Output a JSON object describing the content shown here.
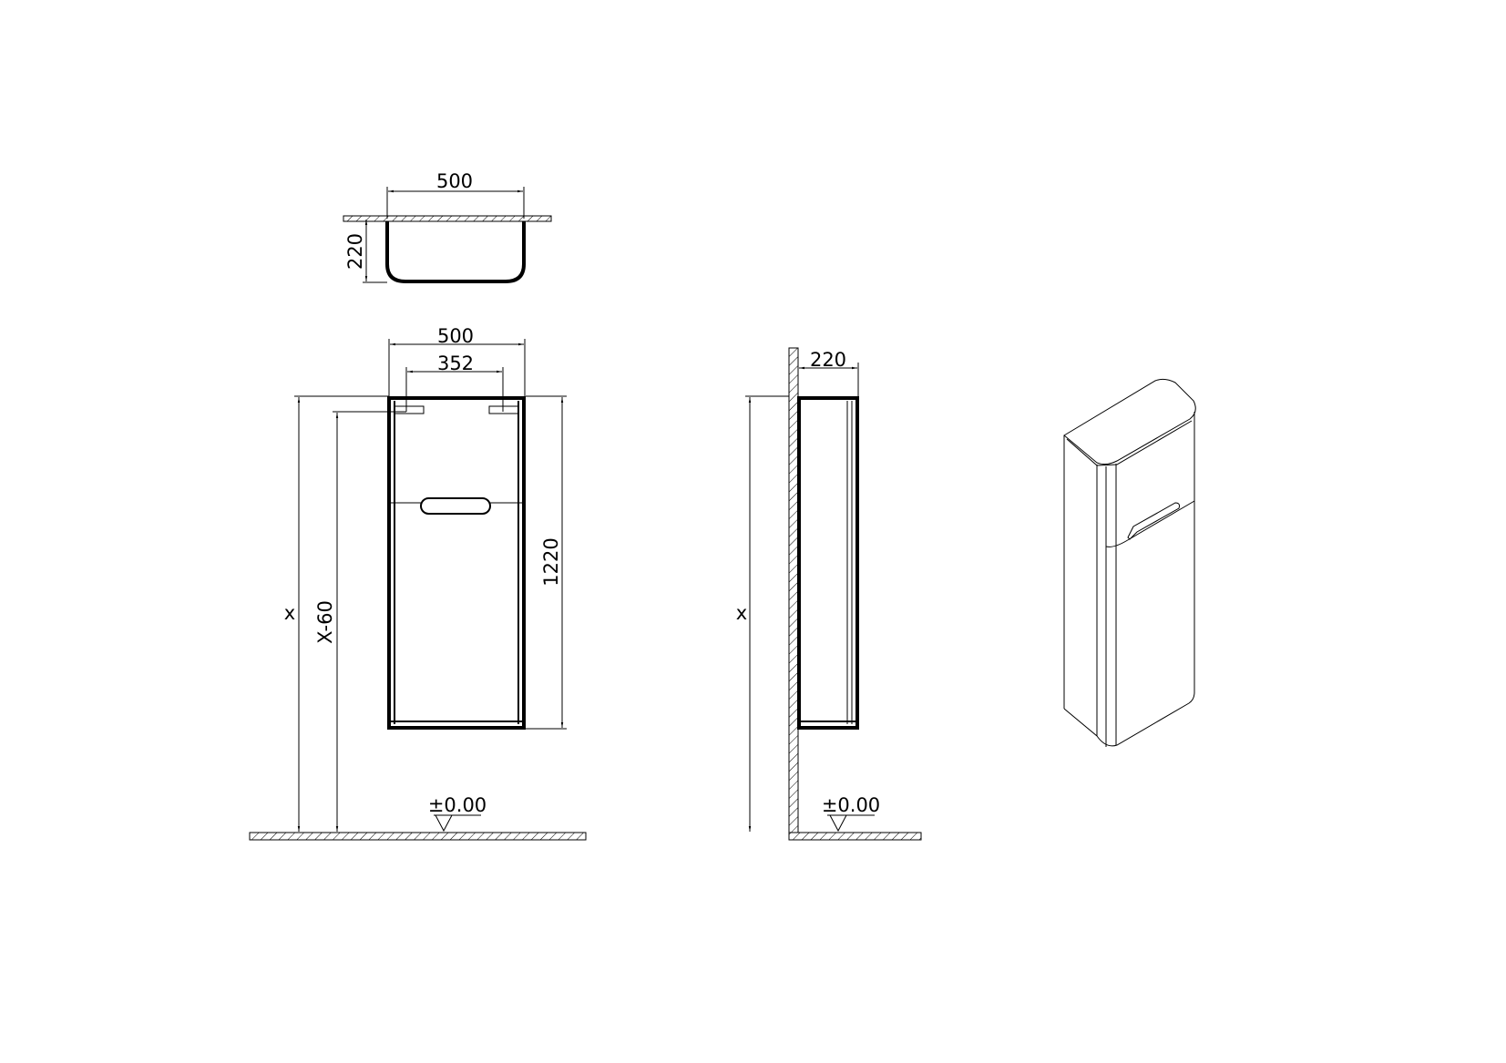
{
  "top_view": {
    "width_label": "500",
    "depth_label": "220"
  },
  "front_view": {
    "width_label": "500",
    "hanger_spacing_label": "352",
    "height_label": "1220",
    "mount_height_label": "x",
    "hanger_height_label": "X-60",
    "floor_level_label": "±0.00"
  },
  "side_view": {
    "depth_label": "220",
    "mount_height_label": "x",
    "floor_level_label": "±0.00"
  },
  "colors": {
    "line": "#000000",
    "background": "#ffffff"
  }
}
